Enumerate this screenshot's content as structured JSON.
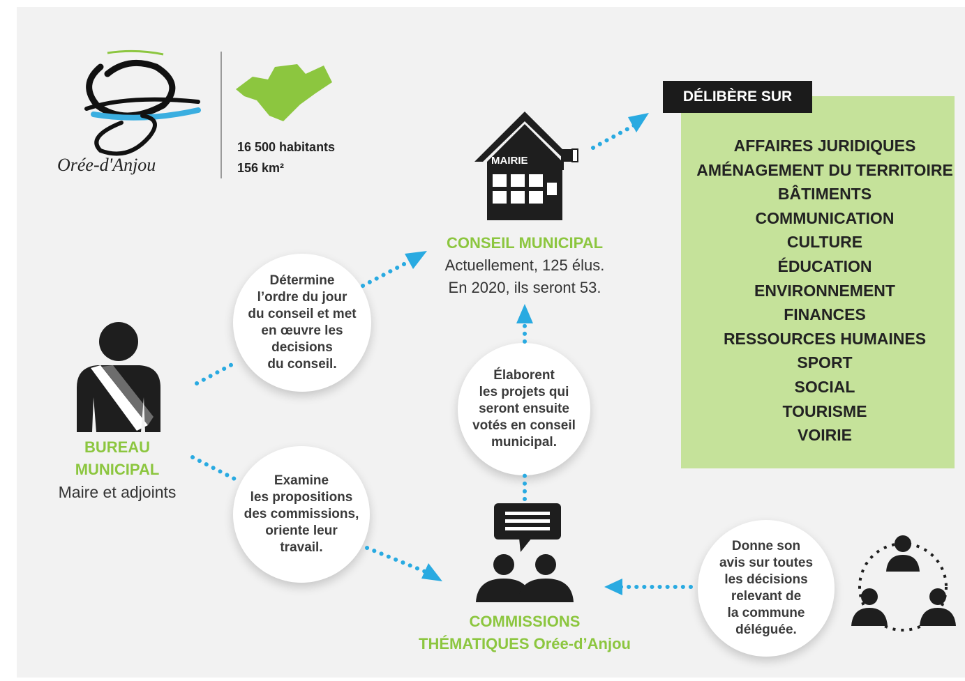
{
  "logo": {
    "text": "Orée-d'Anjou"
  },
  "stats": {
    "population": "16 500 habitants",
    "area": "156 km²"
  },
  "mairie": {
    "building_label": "MAIRIE",
    "title": "CONSEIL MUNICIPAL",
    "line1": "Actuellement, 125 élus.",
    "line2": "En 2020, ils seront 53."
  },
  "delibere": {
    "header": "DÉLIBÈRE SUR",
    "items": [
      "AFFAIRES JURIDIQUES",
      "AMÉNAGEMENT DU TERRITOIRE",
      "BÂTIMENTS",
      "COMMUNICATION",
      "CULTURE",
      "ÉDUCATION",
      "ENVIRONNEMENT",
      "FINANCES",
      "RESSOURCES HUMAINES",
      "SPORT",
      "SOCIAL",
      "TOURISME",
      "VOIRIE"
    ]
  },
  "bureau": {
    "title_line1": "BUREAU",
    "title_line2": "MUNICIPAL",
    "subtitle": "Maire et adjoints"
  },
  "bubbles": {
    "determine": "Détermine\nl’ordre du jour\ndu conseil et met\nen œuvre les\ndecisions\ndu conseil.",
    "examine": "Examine\nles propositions\ndes commissions,\noriente leur\ntravail.",
    "elaborent": "Élaborent\nles projets qui\nseront ensuite\nvotés en conseil\nmunicipal.",
    "donne": "Donne son\navis sur toutes\nles décisions\nrelevant de\nla commune\ndéléguée."
  },
  "commissions": {
    "title_line1": "COMMISSIONS",
    "title_line2": "THÉMATIQUES Orée-d’Anjou"
  },
  "colors": {
    "accent_green": "#8cc63f",
    "box_green": "#c5e29a",
    "arrow_blue": "#29aae1",
    "icon_dark": "#1e1e1e"
  }
}
